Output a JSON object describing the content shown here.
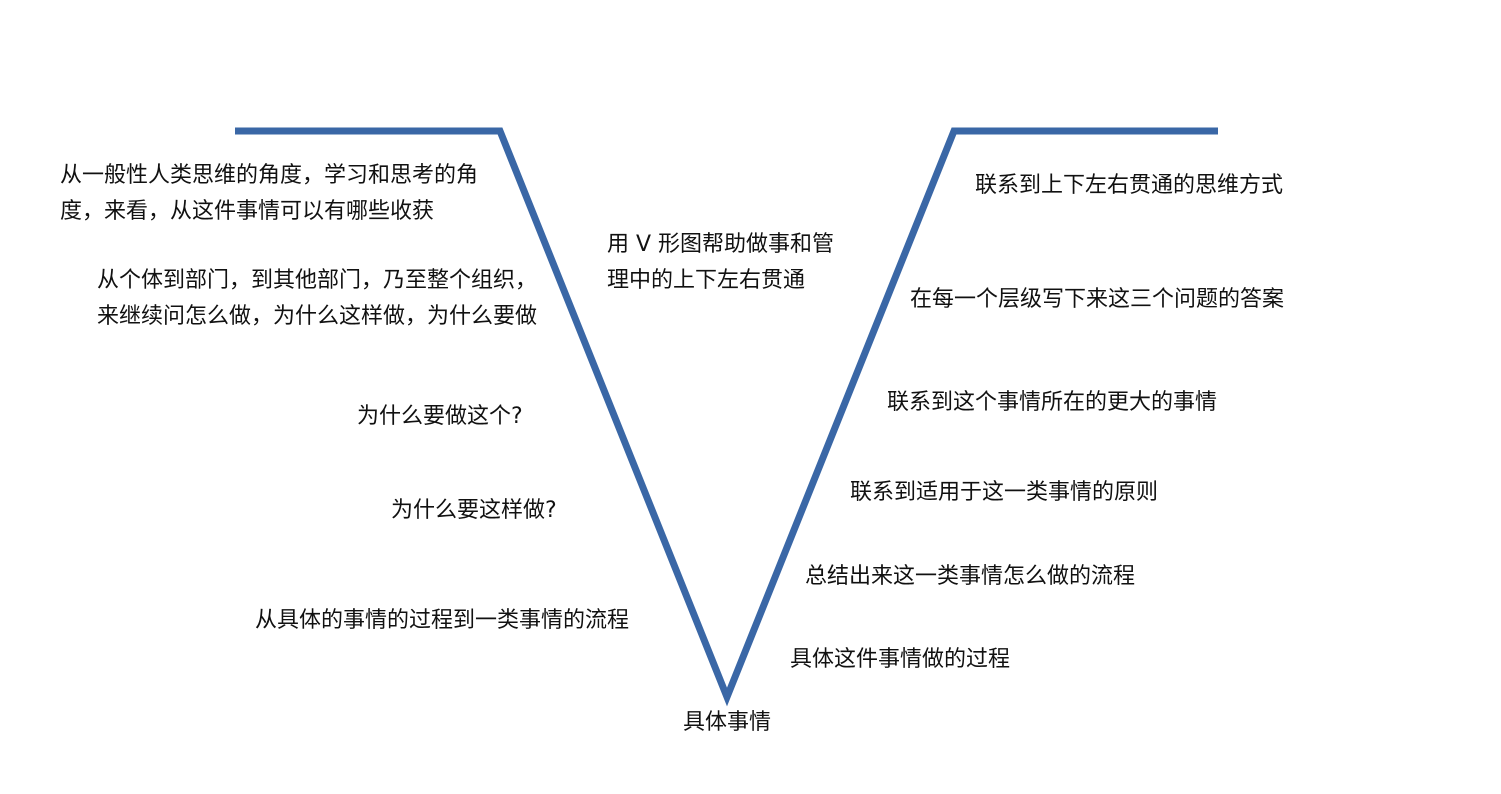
{
  "diagram": {
    "line_color": "#3a67a6",
    "bottom_label": "具体事情",
    "center_text": "用 V 形图帮助做事和管理中的上下左右贯通",
    "left_labels": [
      "从一般性人类思维的角度，学习和思考的角度，来看，从这件事情可以有哪些收获",
      "从个体到部门，到其他部门，乃至整个组织，来继续问怎么做，为什么这样做，为什么要做",
      "为什么要做这个?",
      "为什么要这样做?",
      "从具体的事情的过程到一类事情的流程"
    ],
    "right_labels": [
      "联系到上下左右贯通的思维方式",
      "在每一个层级写下来这三个问题的答案",
      "联系到这个事情所在的更大的事情",
      "联系到适用于这一类事情的原则",
      "总结出来这一类事情怎么做的流程",
      "具体这件事情做的过程"
    ]
  }
}
